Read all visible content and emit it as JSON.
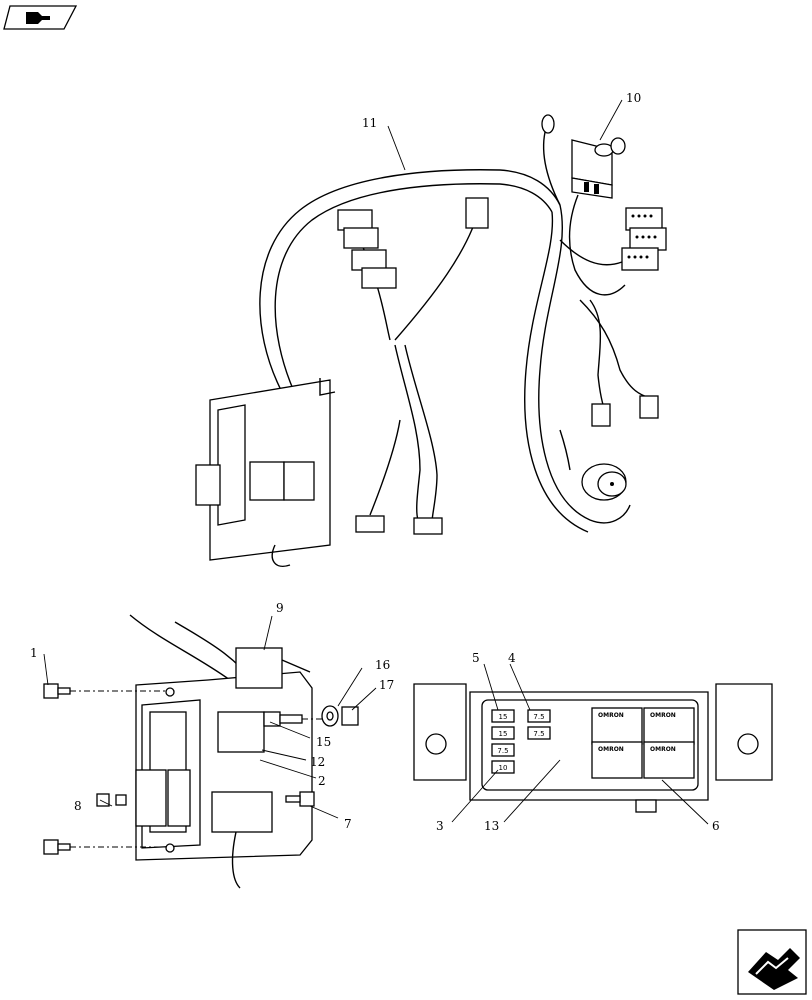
{
  "diagram": {
    "callouts": {
      "c1": "1",
      "c2": "2",
      "c3": "3",
      "c4": "4",
      "c5": "5",
      "c6": "6",
      "c7": "7",
      "c8": "8",
      "c9": "9",
      "c10": "10",
      "c11": "11",
      "c12": "12",
      "c13": "13",
      "c15": "15",
      "c16": "16",
      "c17": "17"
    },
    "fuse_labels": [
      "15",
      "7.5",
      "15",
      "7.5",
      "7.5",
      "10"
    ],
    "relay_labels": [
      "OMRON",
      "OMRON",
      "OMRON",
      "OMRON"
    ]
  },
  "nav": {
    "top_icon": "book-icon",
    "bottom_icon": "forward-arrow-icon"
  }
}
